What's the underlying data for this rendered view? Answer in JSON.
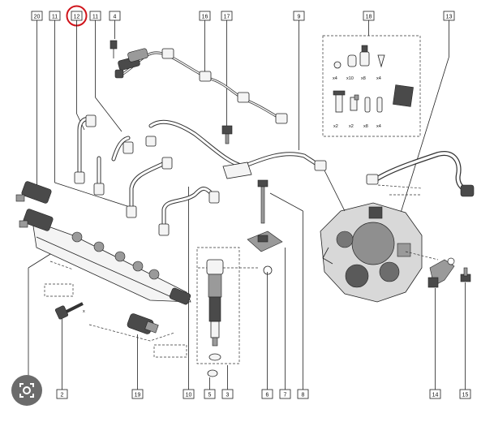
{
  "labels": {
    "l2": "2",
    "l3": "3",
    "l4": "4",
    "l5": "5",
    "l6": "6",
    "l7": "7",
    "l8": "8",
    "l9": "9",
    "l10": "10",
    "l11a": "11",
    "l11b": "11",
    "l12": "12",
    "l13": "13",
    "l14": "14",
    "l15": "15",
    "l16": "16",
    "l17": "17",
    "l18": "18",
    "l19": "19",
    "l20": "20"
  },
  "kit": {
    "q1": "x4",
    "q2": "x10",
    "q3": "x8",
    "q4": "x4",
    "q5": "x2",
    "q6": "x2",
    "q7": "x8",
    "q8": "x4"
  },
  "colors": {
    "highlight_circle": "#d0141b",
    "line": "#222222",
    "pipe": "#333333"
  },
  "icons": {
    "search": "google-lens-icon"
  }
}
